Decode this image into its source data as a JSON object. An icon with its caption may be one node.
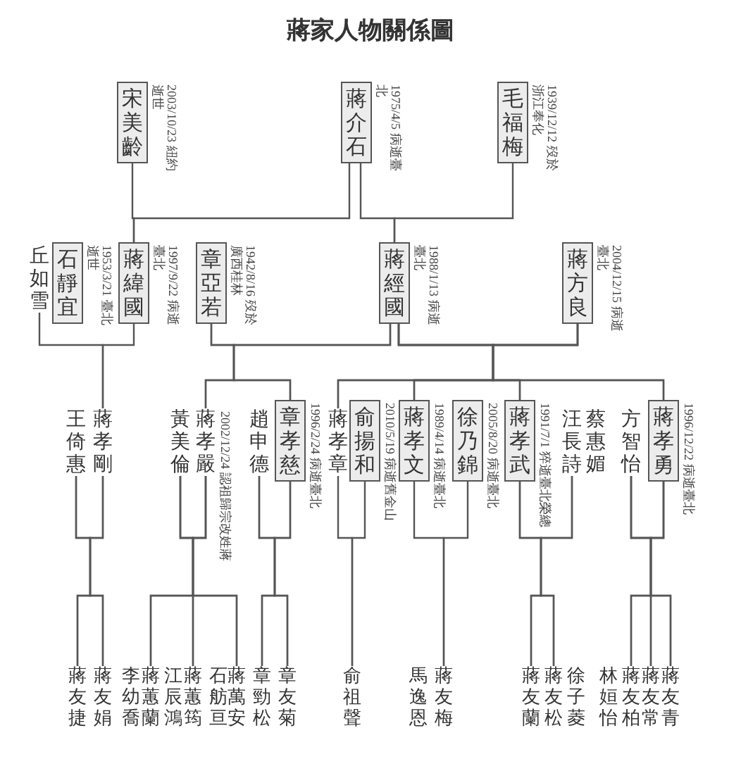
{
  "diagram": {
    "title": "蔣家人物關係圖",
    "nodes": [
      {
        "text": [
          "宋美齡"
        ],
        "beside": [
          "2003/10/23 紐約逝世"
        ]
      },
      {
        "text": [
          "蔣介石"
        ],
        "beside": [
          "1975/4/5 病逝臺北"
        ]
      },
      {
        "text": [
          "毛福梅"
        ],
        "beside": [
          "1939/12/12 歿於浙江奉化"
        ]
      },
      {
        "text": [
          "丘如雪"
        ]
      },
      {
        "text": [
          "石靜宜"
        ],
        "beside": [
          "1953/3/21 臺北逝世"
        ]
      },
      {
        "text": [
          "蔣緯國"
        ],
        "beside": [
          "1997/9/22 病逝臺北"
        ]
      },
      {
        "text": [
          "章亞若"
        ],
        "beside": [
          "1942/8/16 歿於廣西桂林"
        ]
      },
      {
        "text": [
          "蔣經國"
        ],
        "beside": [
          "1988/1/13 病逝臺北"
        ]
      },
      {
        "text": [
          "蔣方良"
        ],
        "beside": [
          "2004/12/15 病逝臺北"
        ]
      },
      {
        "text": [
          "王倚惠"
        ]
      },
      {
        "text": [
          "蔣孝剛"
        ]
      },
      {
        "text": [
          "黃美倫"
        ]
      },
      {
        "text": [
          "蔣孝嚴"
        ],
        "beside": [
          "2002/12/24 認祖歸宗改姓蔣"
        ]
      },
      {
        "text": [
          "趙申德"
        ]
      },
      {
        "text": [
          "章孝慈"
        ],
        "beside": [
          "1996/2/24 病逝臺北"
        ]
      },
      {
        "text": [
          "蔣孝章"
        ]
      },
      {
        "text": [
          "俞揚和"
        ],
        "beside": [
          "2010/5/19 病逝舊金山"
        ]
      },
      {
        "text": [
          "蔣孝文"
        ],
        "beside": [
          "1989/4/14 病逝臺北"
        ]
      },
      {
        "text": [
          "徐乃錦"
        ],
        "beside": [
          "2005/8/20 病逝臺北"
        ]
      },
      {
        "text": [
          "蔣孝武"
        ],
        "beside": [
          "1991/7/1 猝逝臺北榮總"
        ]
      },
      {
        "text": [
          "汪長詩"
        ]
      },
      {
        "text": [
          "方智怡"
        ]
      },
      {
        "text": [
          "蔣孝勇"
        ],
        "beside": [
          "1996/12/22 病逝臺北"
        ]
      },
      {
        "text": [
          "蔣友捷"
        ]
      },
      {
        "text": [
          "蔣友娟"
        ]
      },
      {
        "text": [
          "蔣蕙蘭"
        ]
      },
      {
        "text": [
          "蔣蕙筠"
        ]
      },
      {
        "text": [
          "蔣萬安"
        ]
      },
      {
        "text": [
          "章勁松"
        ]
      },
      {
        "text": [
          "章友菊"
        ]
      },
      {
        "text": [
          "俞祖聲"
        ]
      },
      {
        "text": [
          "蔣友梅"
        ]
      },
      {
        "text": [
          "蔣友蘭"
        ]
      },
      {
        "text": [
          "蔣友松"
        ]
      },
      {
        "text": [
          "蔣友柏"
        ]
      },
      {
        "text": [
          "蔣友常"
        ]
      },
      {
        "text": [
          "蔣友青"
        ]
      }
    ],
    "edges": [
      {
        "from": 0,
        "to": 5,
        "arrow": "none"
      },
      {
        "from": 1,
        "to": 5,
        "arrow": "none"
      },
      {
        "from": 1,
        "to": 7,
        "arrow": "none"
      },
      {
        "from": 2,
        "to": 7,
        "arrow": "none"
      },
      {
        "from": 3,
        "to": 10,
        "arrow": "none"
      },
      {
        "from": 5,
        "to": 10,
        "arrow": "none"
      },
      {
        "from": 6,
        "to": 12,
        "arrow": "none"
      },
      {
        "from": 6,
        "to": 14,
        "arrow": "none"
      },
      {
        "from": 7,
        "to": 12,
        "arrow": "none"
      },
      {
        "from": 7,
        "to": 14,
        "arrow": "none"
      },
      {
        "from": 7,
        "to": 15,
        "arrow": "none"
      },
      {
        "from": 7,
        "to": 17,
        "arrow": "none"
      },
      {
        "from": 7,
        "to": 19,
        "arrow": "none"
      },
      {
        "from": 7,
        "to": 22,
        "arrow": "none"
      },
      {
        "from": 8,
        "to": 15,
        "arrow": "none"
      },
      {
        "from": 8,
        "to": 17,
        "arrow": "none"
      },
      {
        "from": 8,
        "to": 19,
        "arrow": "none"
      },
      {
        "from": 8,
        "to": 22,
        "arrow": "none"
      },
      {
        "from": 9,
        "to": 23,
        "arrow": "none"
      },
      {
        "from": 9,
        "to": 24,
        "arrow": "none"
      },
      {
        "from": 10,
        "to": 23,
        "arrow": "none"
      },
      {
        "from": 10,
        "to": 24,
        "arrow": "none"
      },
      {
        "from": 11,
        "to": 25,
        "arrow": "none"
      },
      {
        "from": 11,
        "to": 26,
        "arrow": "none"
      },
      {
        "from": 11,
        "to": 27,
        "arrow": "none"
      },
      {
        "from": 12,
        "to": 25,
        "arrow": "none"
      },
      {
        "from": 12,
        "to": 26,
        "arrow": "none"
      },
      {
        "from": 12,
        "to": 27,
        "arrow": "none"
      },
      {
        "from": 13,
        "to": 28,
        "arrow": "none"
      },
      {
        "from": 13,
        "to": 29,
        "arrow": "none"
      },
      {
        "from": 14,
        "to": 28,
        "arrow": "none"
      },
      {
        "from": 14,
        "to": 29,
        "arrow": "none"
      },
      {
        "from": 15,
        "to": 30,
        "arrow": "none"
      },
      {
        "from": 16,
        "to": 30,
        "arrow": "none"
      },
      {
        "from": 17,
        "to": 31,
        "arrow": "none"
      },
      {
        "from": 18,
        "to": 31,
        "arrow": "none"
      },
      {
        "from": 19,
        "to": 32,
        "arrow": "none"
      },
      {
        "from": 19,
        "to": 33,
        "arrow": "none"
      },
      {
        "from": 20,
        "to": 32,
        "arrow": "none"
      },
      {
        "from": 20,
        "to": 33,
        "arrow": "none"
      },
      {
        "from": 21,
        "to": 34,
        "arrow": "none"
      },
      {
        "from": 21,
        "to": 35,
        "arrow": "none"
      },
      {
        "from": 21,
        "to": 36,
        "arrow": "none"
      },
      {
        "from": 22,
        "to": 34,
        "arrow": "none"
      },
      {
        "from": 22,
        "to": 35,
        "arrow": "none"
      },
      {
        "from": 22,
        "to": 36,
        "arrow": "none"
      }
    ],
    "labels": [
      "蔡惠媚",
      "李幼喬",
      "江辰鴻",
      "石舫亘",
      "馬逸恩",
      "徐子菱",
      "林姮怡"
    ]
  }
}
